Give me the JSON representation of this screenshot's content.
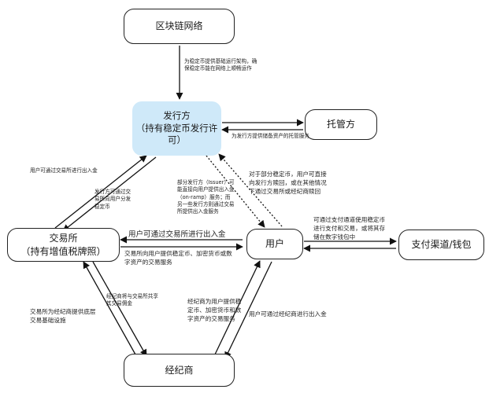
{
  "nodes": {
    "blockchain": "区块链网络",
    "issuer": [
      "发行方",
      "（持有稳定币发行许可）"
    ],
    "custodian": "托管方",
    "exchange": [
      "交易所",
      "（持有增值税牌照）"
    ],
    "user": "用户",
    "payment": "支付渠道/钱包",
    "broker": "经纪商"
  },
  "edges": {
    "chain_to_issuer": [
      "为稳定币提供基础运行架构，确",
      "保稳定币能在网络上顺畅运作"
    ],
    "custodian_to_issuer": "为发行方提供储备资产的托管服务",
    "exchange_to_issuer": "用户可通过交易所进行出入金",
    "issuer_to_exchange": [
      "发行方可通过交",
      "易所向用户分发",
      "稳定币"
    ],
    "issuer_user_onramp": [
      "部分发行方（Issuer）可",
      "能直接向用户提供出入金",
      "（on-ramp）服务；而",
      "另一些发行方则通过交易",
      "所提供出入金服务"
    ],
    "user_to_issuer": [
      "对于部分稳定币，用户可直接",
      "向发行方赎回，或在其他情况",
      "下通过交易所或经纪商赎回"
    ],
    "user_exchange": "用户可通过交易所进行出入金",
    "exchange_services": [
      "交易所向用户提供稳定币、加密货币或数",
      "字资产的交易服务"
    ],
    "user_payment": [
      "可通过支付通道使用稳定币",
      "进行支付和交易，或将其存",
      "储在数字钱包中"
    ],
    "exchange_infra": [
      "交易所为经纪商提供底层",
      "交易基础设施"
    ],
    "broker_commission": [
      "经纪商将与交易所共享",
      "其交易佣金"
    ],
    "broker_services": [
      "经纪商为用户提供稳",
      "定币、加密货币和数",
      "字资产的交易服务"
    ],
    "user_broker": "用户可通过经纪商进行出入金"
  }
}
